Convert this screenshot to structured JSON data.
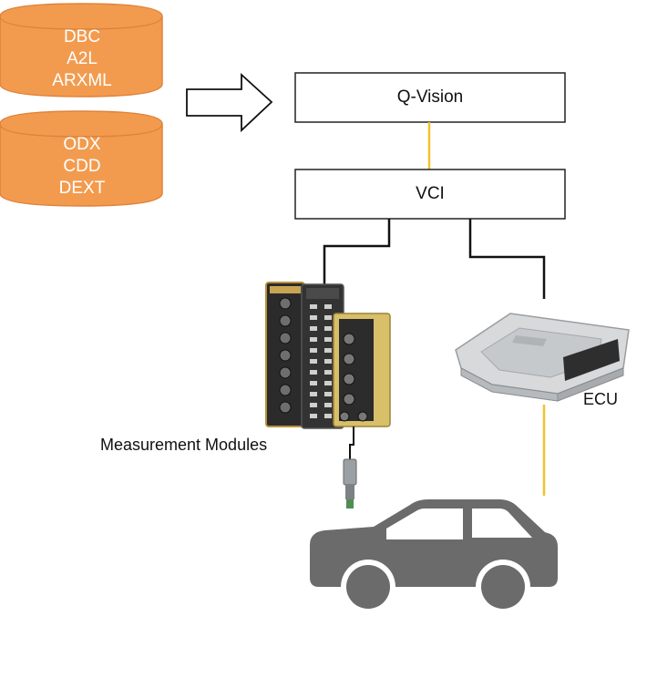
{
  "databases": [
    {
      "lines": [
        "DBC",
        "A2L",
        "ARXML"
      ]
    },
    {
      "lines": [
        "ODX",
        "CDD",
        "DEXT"
      ]
    }
  ],
  "boxes": {
    "qvision": "Q-Vision",
    "vci": "VCI"
  },
  "labels": {
    "measurement_modules": "Measurement Modules",
    "ecu": "ECU"
  },
  "colors": {
    "database_fill": "#f29b4f",
    "database_stroke": "#e0823a",
    "link_yellow": "#f2c12e",
    "link_black": "#111111",
    "car": "#6b6b6b"
  }
}
